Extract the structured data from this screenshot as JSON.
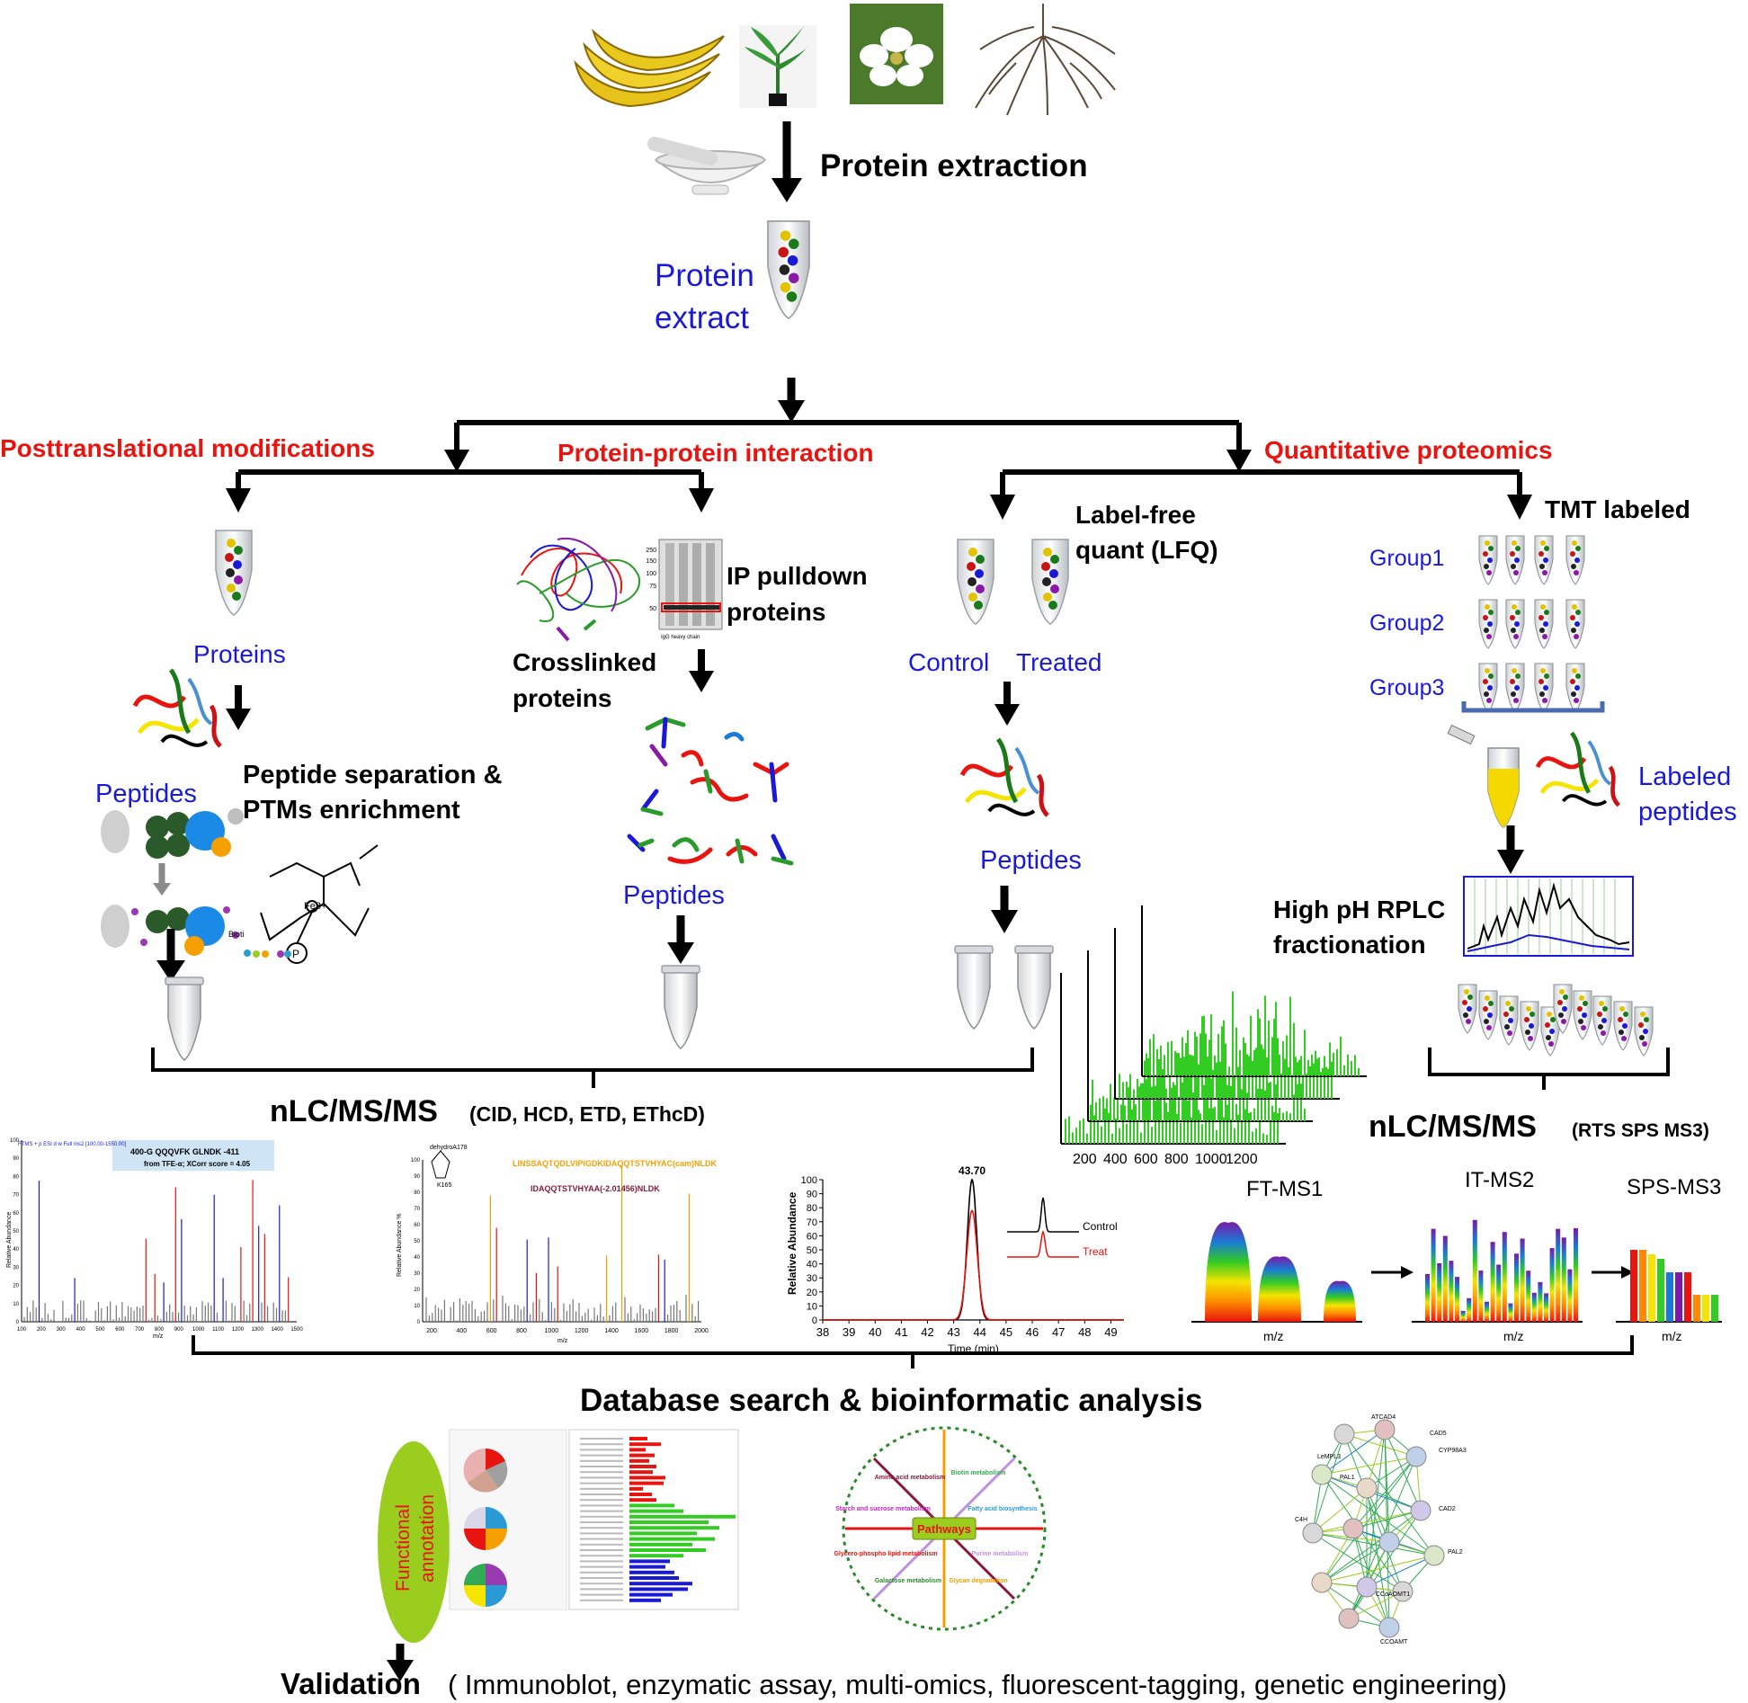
{
  "top": {
    "step1": "Protein extraction",
    "extract_line1": "Protein",
    "extract_line2": "extract"
  },
  "branches": {
    "ptm": "Posttranslational  modifications",
    "ppi": "Protein-protein  interaction",
    "quant": "Quantitative  proteomics"
  },
  "ptm": {
    "proteins": "Proteins",
    "peptides": "Peptides",
    "sep_line1": "Peptide separation &",
    "sep_line2": "PTMs enrichment",
    "biotin": "Bioti",
    "fe": "Fe3+",
    "p": "P"
  },
  "ppi": {
    "ip_line1": "IP pulldown",
    "ip_line2": "proteins",
    "cross_line1": "Crosslinked",
    "cross_line2": "proteins",
    "peptides": "Peptides",
    "gel_ladder": [
      "250",
      "150",
      "100",
      "75",
      "50"
    ],
    "gel_caption": "IgG heavy chain"
  },
  "lfq": {
    "title_line1": "Label-free",
    "title_line2": "quant (LFQ)",
    "control": "Control",
    "treated": "Treated",
    "peptides": "Peptides"
  },
  "tmt": {
    "title": "TMT labeled",
    "groups": [
      "Group1",
      "Group2",
      "Group3"
    ],
    "labeled_line1": "Labeled",
    "labeled_line2": "peptides",
    "hph_line1": "High pH RPLC",
    "hph_line2": "fractionation"
  },
  "ms": {
    "left_main": "nLC/MS/MS",
    "left_sub": "(CID, HCD, ETD, EThcD)",
    "right_main": "nLC/MS/MS",
    "right_sub": "(RTS SPS MS3)",
    "stack_ticks": [
      "200",
      "400",
      "600",
      "800",
      "1000",
      "1200"
    ]
  },
  "spectrum1": {
    "header": "FTMS + p ESI d w Full ms2 [100.00-1550.00]",
    "peptide": "400-G QQQVFK GLNDK -411",
    "xcorr": "from TFE-α; XCorr score = 4.05",
    "ylabel": "Relative Abundance",
    "xlabel": "m/z",
    "xticks": [
      "100",
      "200",
      "300",
      "400",
      "500",
      "600",
      "700",
      "800",
      "900",
      "1000",
      "1100",
      "1200",
      "1300",
      "1400",
      "1500"
    ],
    "yticks": [
      "0",
      "10",
      "20",
      "30",
      "40",
      "50",
      "60",
      "70",
      "80",
      "90",
      "100"
    ]
  },
  "spectrum2": {
    "seq1": "LINSSAQTQDLVIPIGDKIDAQQTSTVHYAC(cam)NLDK",
    "seq2": "IDAQQTSTVHYAA(-2.01456)NLDK",
    "residue": "dehydroA178",
    "residue2": "K165",
    "ylabel": "Relative Abundance %",
    "xlabel": "m/z",
    "xticks": [
      "200",
      "400",
      "600",
      "800",
      "1000",
      "1200",
      "1400",
      "1600",
      "1800",
      "2000"
    ],
    "yticks": [
      "0",
      "10",
      "20",
      "30",
      "40",
      "50",
      "60",
      "70",
      "80",
      "90",
      "100"
    ]
  },
  "chart_data": [
    {
      "type": "line",
      "title": "",
      "peak_label": "43.70",
      "xlabel": "Time (min)",
      "ylabel": "Relative Abundance",
      "x_ticks": [
        38,
        39,
        40,
        41,
        42,
        43,
        44,
        45,
        46,
        47,
        48,
        49
      ],
      "y_ticks": [
        0,
        10,
        20,
        30,
        40,
        50,
        60,
        70,
        80,
        90,
        100
      ],
      "xlim": [
        38,
        49.5
      ],
      "ylim": [
        0,
        100
      ],
      "series": [
        {
          "name": "Control",
          "color": "#000000",
          "peak_x": 43.7,
          "peak_y": 100,
          "width": 0.18
        },
        {
          "name": "Treat",
          "color": "#e8140f",
          "peak_x": 43.7,
          "peak_y": 78,
          "width": 0.2
        }
      ]
    }
  ],
  "sps": {
    "ms1": "FT-MS1",
    "ms2": "IT-MS2",
    "ms3": "SPS-MS3",
    "mz": "m/z"
  },
  "db": {
    "title": "Database search & bioinformatic analysis",
    "functional_line1": "Functional",
    "functional_line2": "annotation",
    "pathways": "Pathways",
    "pathway_items": [
      "Amino acid metabolism",
      "Biotin metabolism",
      "Starch and sucrose metabolism",
      "Fatty acid biosynthesis",
      "Glycero-phospho lipid metabolism",
      "Purine metabolism",
      "Galactose metabolism",
      "Glycan degradation"
    ],
    "network_nodes": [
      "ATCAD4",
      "CAD5",
      "CYP98A3",
      "LeMPL3",
      "PAL1",
      "CAD2",
      "C4H",
      "PAL2",
      "CCoAOMT1",
      "CCOAMT"
    ]
  },
  "validation": {
    "label": "Validation",
    "detail": "( Immunoblot, enzymatic assay, multi-omics, fluorescent-tagging, genetic engineering)"
  },
  "colors": {
    "red": "#e8140f",
    "blue": "#1a1ad6",
    "green": "#33cc22",
    "lime": "#9acd1e"
  }
}
